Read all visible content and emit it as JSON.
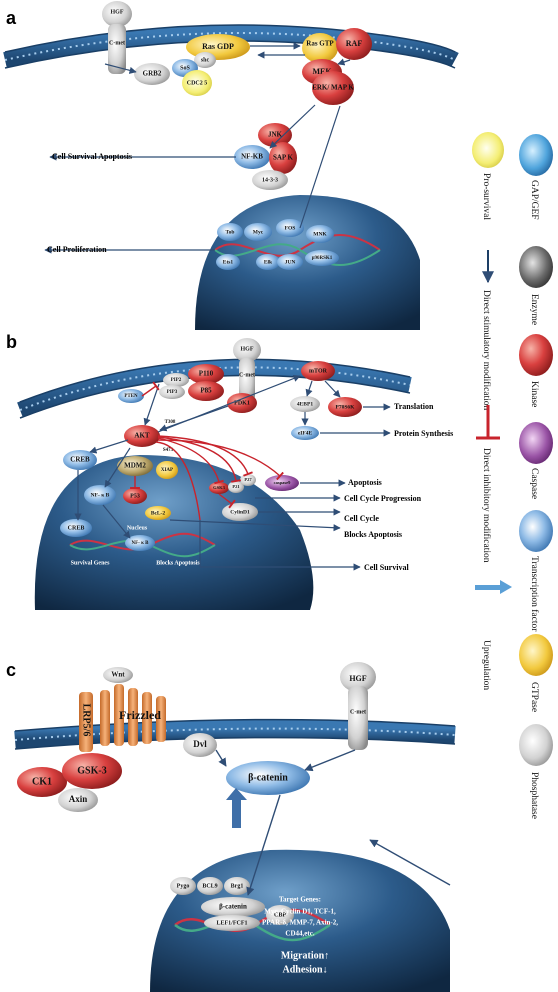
{
  "panels": {
    "a": {
      "label": "a",
      "nodes": {
        "hgf": "HGF",
        "cmet": "C-met",
        "ras_gdp": "Ras GDP",
        "ras_gtp": "Ras GTP",
        "raf": "RAF",
        "shc": "shc",
        "sos": "SoS",
        "grb2": "GRB2",
        "cdc25": "CDC2 5",
        "mek": "MEK",
        "erk": "ERK/ MAP K",
        "jnk": "JNK",
        "nfkb": "NF-KB",
        "sapk": "SAP K",
        "p1433": "14-3-3",
        "tob": "Tob",
        "myc": "Myc",
        "fos": "FOS",
        "mnk": "MNK",
        "elk": "Elk",
        "jun": "JUN",
        "ets1": "Ets1",
        "p90rsk1": "p90RSK1"
      },
      "outcomes": {
        "survival": "Cell Survival Apoptosis",
        "proliferation": "Cell Proliferation"
      }
    },
    "b": {
      "label": "b",
      "nodes": {
        "hgf": "HGF",
        "cmet": "C-met",
        "pip2": "PIP2",
        "pip3": "PIP3",
        "pten": "PTEN",
        "p110": "P110",
        "p85": "P85",
        "pdk1": "PDK1",
        "akt": "AKT",
        "t308": "T308",
        "s473": "S473",
        "mtor": "mTOR",
        "ebp1": "4EBP1",
        "p70s6k": "P70S6K",
        "eif4e": "eIF4E",
        "creb": "CREB",
        "mdm2": "MDM2",
        "xiap": "XIAP",
        "p53": "P53",
        "bcl2": "BcL-2",
        "gsk3": "GSK3",
        "p21": "P21",
        "p27": "P27",
        "cyclind1": "CylinD1",
        "caspase9": "caspase9",
        "nfkb": "NF- κ B",
        "creb_nuc": "CREB",
        "nfkb_nuc": "NF- κ B",
        "nucleus": "Nucleus"
      },
      "outcomes": {
        "translation": "Translation",
        "protein_synthesis": "Protein Synthesis",
        "apoptosis": "Apoptosis",
        "cycle_progression": "Cell Cycle Progression",
        "cell_cycle": "Cell Cycle",
        "blocks_apoptosis": "Blocks Apoptosis",
        "survival_genes": "Survival Genes",
        "blocks_apoptosis_nuc": "Blocks Apoptosis",
        "cell_survival": "Cell Survival"
      }
    },
    "c": {
      "label": "c",
      "nodes": {
        "wnt": "Wnt",
        "lrp": "LRP5/6",
        "frizzled": "Frizzled",
        "dvl": "Dvl",
        "hgf": "HGF",
        "cmet": "C-met",
        "ck1": "CK1",
        "gsk3": "GSK-3",
        "axin": "Axin",
        "bcatenin": "β-catenin",
        "pygo": "Pygo",
        "bcl9": "BCL9",
        "brg1": "Brg1",
        "bcatenin_nuc": "β-catenin",
        "lef": "LEF1/FCF1",
        "cbp": "CBP"
      },
      "targets": {
        "title": "Target Genes:",
        "lines": [
          "Myc, Cyclin D1, TCF-1,",
          "PPAR-δ, MMP-7, Axin-2,",
          "CD44,etc."
        ]
      },
      "outcomes": {
        "migration": "Migration↑",
        "adhesion": "Adhesion↓"
      }
    }
  },
  "legend": [
    {
      "icon": "pro-survival",
      "label": "Pro-survival"
    },
    {
      "icon": "stimulatory-arrow",
      "label": "Direct stimulatory modification"
    },
    {
      "icon": "inhibitory-bar",
      "label": "Direct inhibitory modification"
    },
    {
      "icon": "upregulation-arrow",
      "label": "Upregulation"
    },
    {
      "icon": "gap-gef",
      "label": "GAP/GEF"
    },
    {
      "icon": "enzyme",
      "label": "Enzyme"
    },
    {
      "icon": "kinase",
      "label": "Kinase"
    },
    {
      "icon": "caspase",
      "label": "Caspase"
    },
    {
      "icon": "transcription-factor",
      "label": "Transcription factor"
    },
    {
      "icon": "gtpase",
      "label": "GTPase"
    },
    {
      "icon": "phosphatase",
      "label": "Phosphatase"
    }
  ],
  "colors": {
    "kinase": "#d9403f",
    "gap_gef": "#5aa9d9",
    "enzyme": "#6b6b6b",
    "caspase": "#8d4a9a",
    "tf": "#6fa3d8",
    "gtpase": "#f0c53a",
    "phosphatase": "#c8c8c8",
    "pro_survival": "#f2ec6a",
    "membrane": "#2d5f8f",
    "nucleus": "#1c3d63",
    "arrow": "#2f4d75",
    "inhibit": "#c8232c"
  }
}
